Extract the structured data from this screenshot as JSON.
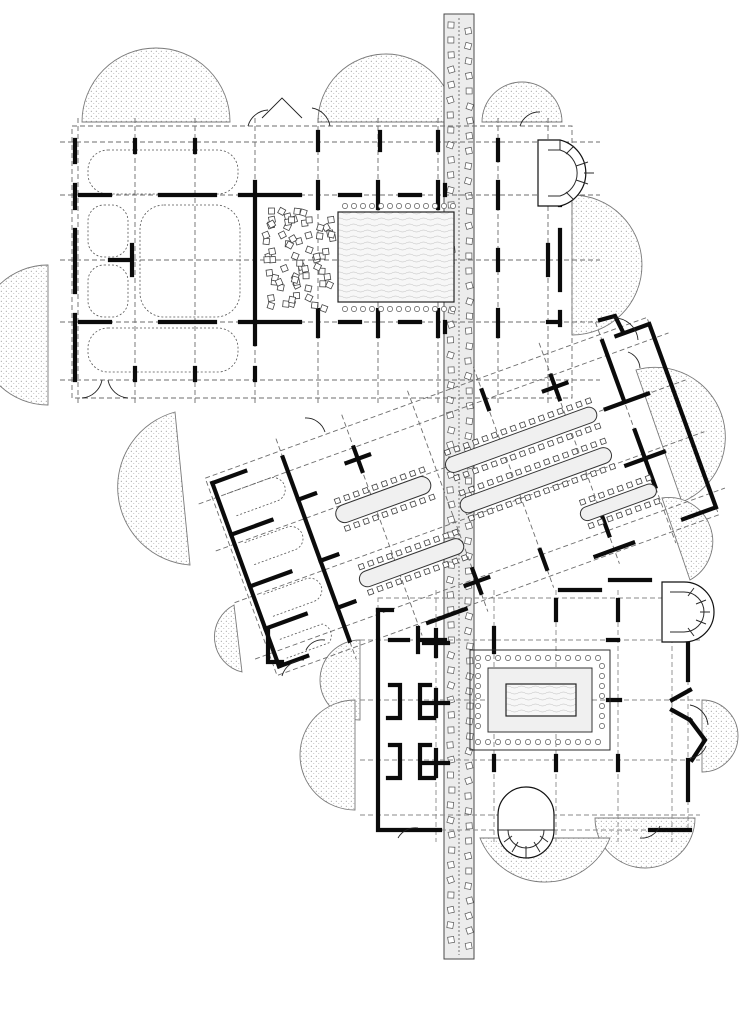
{
  "drawing": {
    "type": "architectural floor plan",
    "background": "#ffffff",
    "wall_color": "#0b0b0b",
    "garden_fill": "#d9d9d9",
    "spine_fill": "#ececec"
  },
  "wings": [
    {
      "name": "north-wing",
      "rotation_deg": 0
    },
    {
      "name": "middle-wing",
      "rotation_deg": -20
    },
    {
      "name": "south-wing",
      "rotation_deg": 0
    }
  ],
  "stairs": [
    {
      "name": "north-stair"
    },
    {
      "name": "south-east-stair"
    },
    {
      "name": "south-stair"
    }
  ]
}
